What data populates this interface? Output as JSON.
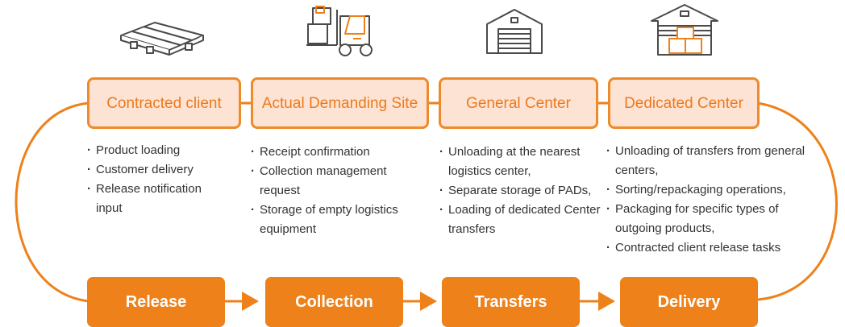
{
  "accent_color": "#ee8119",
  "stage_fill": "#fde3d3",
  "icons": [
    "pallet-icon",
    "forklift-icon",
    "warehouse-icon",
    "warehouse-boxes-icon"
  ],
  "stages": [
    {
      "title": "Contracted client",
      "items": [
        "Product loading",
        "Customer delivery",
        "Release notification input"
      ]
    },
    {
      "title": "Actual Demanding Site",
      "items": [
        "Receipt confirmation",
        "Collection management request",
        "Storage of empty logistics equipment"
      ]
    },
    {
      "title": "General Center",
      "items": [
        "Unloading at the nearest logistics center,",
        "Separate storage of PADs,",
        "Loading of dedicated Center transfers"
      ]
    },
    {
      "title": "Dedicated Center",
      "items": [
        "Unloading of transfers from general centers,",
        "Sorting/repackaging operations,",
        "Packaging for specific types of outgoing products,",
        "Contracted client release tasks"
      ]
    }
  ],
  "steps": [
    "Release",
    "Collection",
    "Transfers",
    "Delivery"
  ]
}
